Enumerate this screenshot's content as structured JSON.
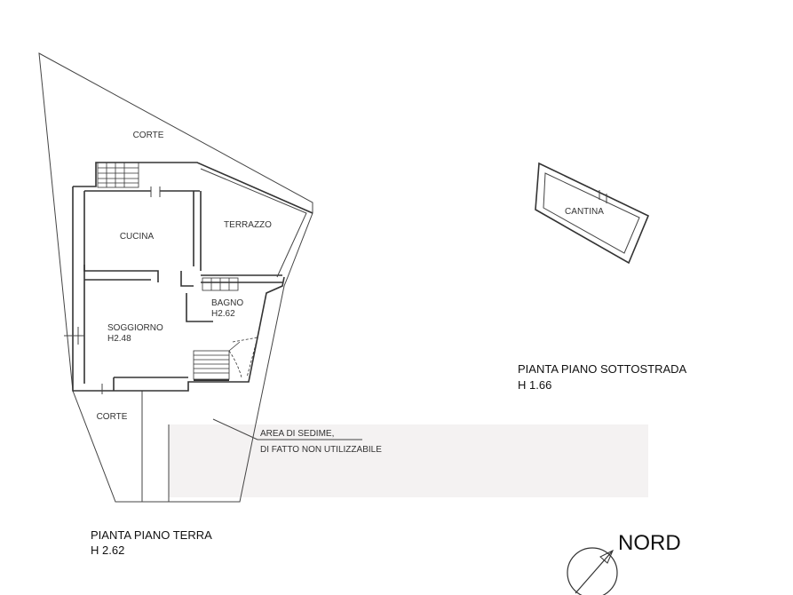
{
  "ground_floor": {
    "rooms": {
      "corte_top": "CORTE",
      "cucina": "CUCINA",
      "terrazzo": "TERRAZZO",
      "bagno": "BAGNO",
      "bagno_height": "H2.62",
      "soggiorno": "SOGGIORNO",
      "soggiorno_height": "H2.48",
      "corte_bottom": "CORTE"
    },
    "note_line1": "AREA DI SEDIME,",
    "note_line2": "DI FATTO NON UTILIZZABILE",
    "title": "PIANTA PIANO TERRA",
    "height": "H 2.62"
  },
  "basement": {
    "room": "CANTINA",
    "title": "PIANTA PIANO SOTTOSTRADA",
    "height": "H 1.66"
  },
  "north": {
    "label": "NORD"
  }
}
